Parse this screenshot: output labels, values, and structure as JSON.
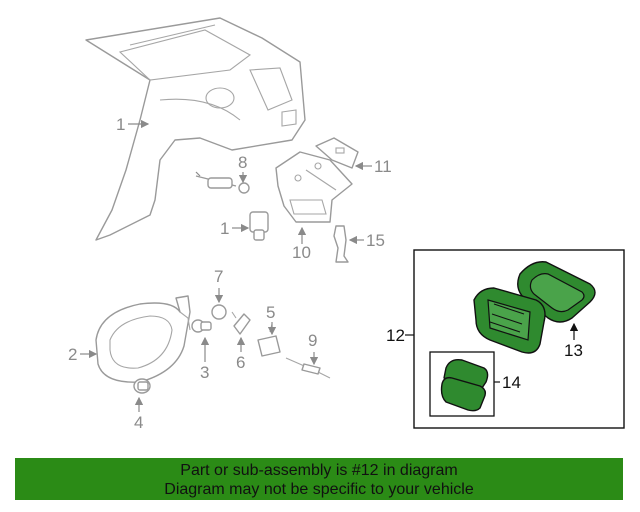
{
  "callouts": {
    "c1a": "1",
    "c1b": "1",
    "c2": "2",
    "c3": "3",
    "c4": "4",
    "c5": "5",
    "c6": "6",
    "c7": "7",
    "c8": "8",
    "c9": "9",
    "c10": "10",
    "c11": "11",
    "c12": "12",
    "c13": "13",
    "c14": "14",
    "c15": "15"
  },
  "colors": {
    "highlight": "#2f8a2f",
    "banner": "#2b8b16",
    "outline_grey": "#9a9a9a"
  },
  "footer": {
    "line1": "Part or sub-assembly is #12 in diagram",
    "line2": "Diagram may not be specific to your vehicle"
  }
}
